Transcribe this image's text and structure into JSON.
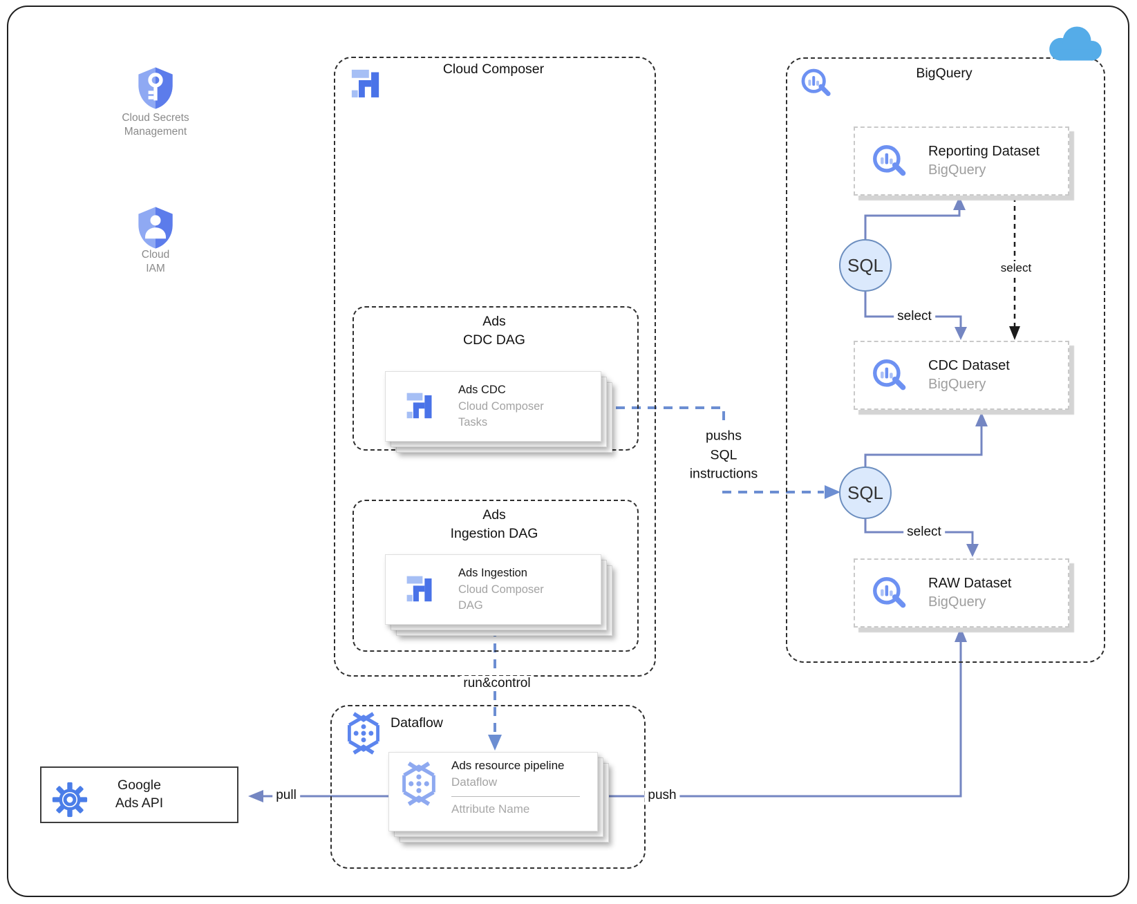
{
  "left_panel": {
    "secrets_label": "Cloud Secrets\nManagement",
    "iam_label": "Cloud\nIAM"
  },
  "composer": {
    "title": "Cloud Composer",
    "cdc_dag": {
      "title": "Ads\nCDC DAG",
      "card": {
        "title": "Ads CDC",
        "line2": "Cloud Composer",
        "line3": "Tasks"
      }
    },
    "ingestion_dag": {
      "title": "Ads\nIngestion DAG",
      "card": {
        "title": "Ads Ingestion",
        "line2": "Cloud Composer",
        "line3": "DAG"
      }
    }
  },
  "bigquery": {
    "title": "BigQuery",
    "reporting": {
      "title": "Reporting Dataset",
      "subtitle": "BigQuery"
    },
    "cdc": {
      "title": "CDC Dataset",
      "subtitle": "BigQuery"
    },
    "raw": {
      "title": "RAW Dataset",
      "subtitle": "BigQuery"
    },
    "sql_top": "SQL",
    "sql_bottom": "SQL"
  },
  "dataflow": {
    "title": "Dataflow",
    "card": {
      "title": "Ads resource pipeline",
      "line2": "Dataflow",
      "attribute": "Attribute Name"
    }
  },
  "ads_api": {
    "label": "Google\nAds API"
  },
  "edges": {
    "pull": "pull",
    "push": "push",
    "run_control": "run&control",
    "pushs_sql": "pushs\nSQL\ninstructions",
    "select_sql_top": "select",
    "select_reporting_cdc": "select",
    "select_sql_bottom": "select"
  },
  "colors": {
    "accent_blue": "#4a73e8",
    "light_blue": "#a6bff5",
    "magnifier_blue": "#6d91f2",
    "arrow_slate": "#7486c2",
    "dashed_blue": "#6c8ed2",
    "sql_fill": "#dbe9fc",
    "sql_border": "#6c8ebf",
    "cloud_blue": "#55ace8",
    "gray_text": "#9e9e9e"
  }
}
